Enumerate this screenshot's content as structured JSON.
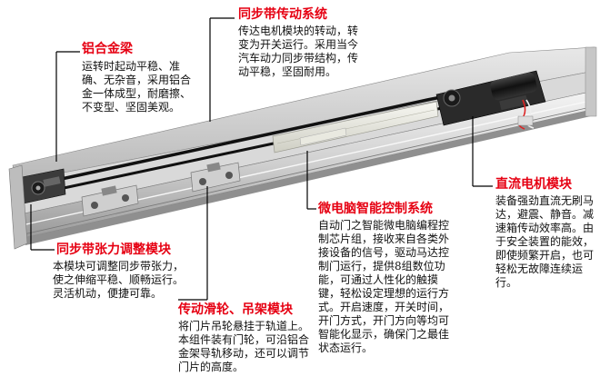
{
  "colors": {
    "title": "#e60012",
    "text": "#111111",
    "leader": "#000000"
  },
  "annotations": [
    {
      "id": "belt-drive",
      "title": "同步带传动系统",
      "description": "传达电机模块的转动，转变为开关运行。采用当今汽车动力同步带结构，传动平稳，坚固耐用。"
    },
    {
      "id": "aluminum-beam",
      "title": "铝合金梁",
      "description": "运转时起动平稳、准确、无杂音，采用铝合金一体成型，耐磨擦、不变型、坚固美观。"
    },
    {
      "id": "dc-motor",
      "title": "直流电机模块",
      "description": "装备强劲直流无刷马达，避震、静音。减速箱传动效率高。由于安全装置的能效，即使频繁开启，也可轻松无故障连续运行。"
    },
    {
      "id": "microcomputer",
      "title": "微电脑智能控制系统",
      "description": "自动门之智能微电脑编程控制芯片组，接收来自各类外接设备的信号，驱动马达控制门运行，提供8组数位功能，可通过人性化的触摸键，轻松设定理想的运行方式。开启速度，开关时间，开门方式，开门方向等均可智能化显示，确保门之最佳状态运行。"
    },
    {
      "id": "belt-tension",
      "title": "同步带张力调整模块",
      "description": "本模块可调整同步带张力，使之伸缩平稳、顺畅运行。灵活机动，便捷可靠。"
    },
    {
      "id": "pulley-hanger",
      "title": "传动滑轮、吊架模块",
      "description": "将门片吊轮悬挂于轨道上。本组件装有门轮，可沿铝合金架导轨移动，还可以调节门片的高度。"
    }
  ]
}
